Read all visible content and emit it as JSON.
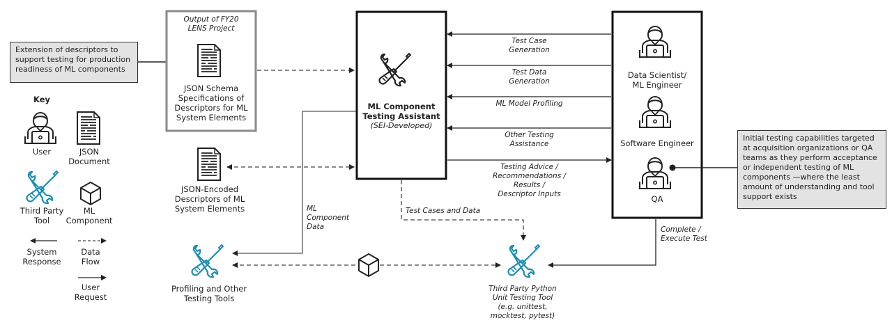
{
  "notes": {
    "extension": "Extension of descriptors to support testing for production readiness of ML components",
    "initial_testing": "Initial testing capabilities targeted at acquisition organizations or QA teams as they perform acceptance or independent  testing of ML components —where the least amount of understanding and tool support exists"
  },
  "lens_box": {
    "title_line1": "Output of FY20",
    "title_line2": "LENS Project",
    "doc_label_lines": [
      "JSON Schema",
      "Specifications of",
      "Descriptors for ML",
      "System Elements"
    ]
  },
  "encoded_doc": {
    "label_lines": [
      "JSON-Encoded",
      "Descriptors of ML",
      "System Elements"
    ]
  },
  "assistant": {
    "title_line1": "ML Component",
    "title_line2": "Testing Assistant",
    "subtitle": "(SEI-Developed)"
  },
  "users": [
    {
      "label_lines": [
        "Data Scientist/",
        "ML Engineer"
      ]
    },
    {
      "label_lines": [
        "Software Engineer"
      ]
    },
    {
      "label_lines": [
        "QA"
      ]
    }
  ],
  "flows": {
    "test_case_generation": [
      "Test Case",
      "Generation"
    ],
    "test_data_generation": [
      "Test Data",
      "Generation"
    ],
    "ml_model_profiling": [
      "ML Model Profiling"
    ],
    "other_testing_assistance": [
      "Other Testing",
      "Assistance"
    ],
    "testing_advice": [
      "Testing Advice /",
      "Recommendations /",
      "Results /",
      "Descriptor Inputs"
    ],
    "ml_component_data": [
      "ML",
      "Component",
      "Data"
    ],
    "test_cases_and_data": [
      "Test Cases and Data"
    ],
    "complete_execute_test": [
      "Complete /",
      "Execute Test"
    ]
  },
  "tools": {
    "profiling": [
      "Profiling and Other",
      "Testing Tools"
    ],
    "python_unit": [
      "Third Party Python",
      "Unit Testing Tool",
      "(e.g. unittest,",
      "mocktest, pytest)"
    ]
  },
  "key": {
    "title": "Key",
    "user": [
      "User"
    ],
    "json_document": [
      "JSON",
      "Document"
    ],
    "third_party_tool": [
      "Third Party",
      "Tool"
    ],
    "ml_component": [
      "ML",
      "Component"
    ],
    "system_response": [
      "System",
      "Response"
    ],
    "data_flow": [
      "Data",
      "Flow"
    ],
    "user_request": [
      "User",
      "Request"
    ]
  },
  "colors": {
    "tool_accent": "#1b8db3",
    "note_fill": "#e3e3e3",
    "lens_border": "#8a8a8a",
    "line": "#222222"
  }
}
